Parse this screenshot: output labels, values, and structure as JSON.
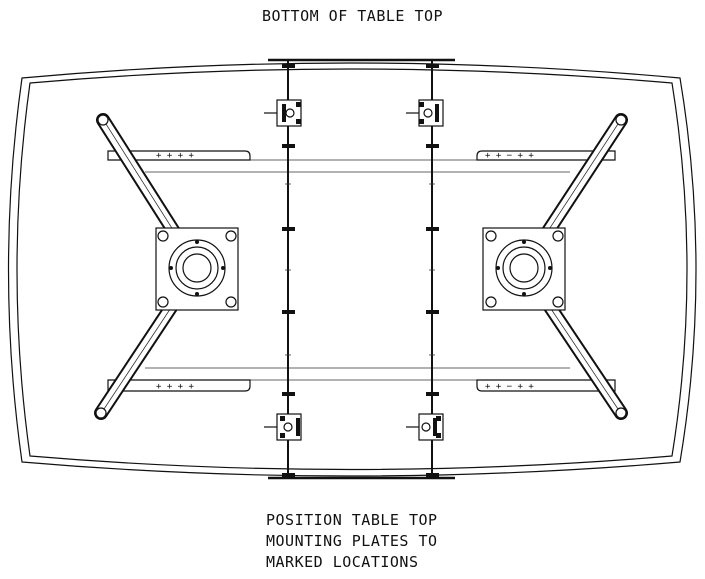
{
  "diagram": {
    "title": "BOTTOM OF TABLE TOP",
    "instruction_lines": [
      "POSITION TABLE TOP",
      "MOUNTING PLATES TO",
      "MARKED LOCATIONS"
    ]
  }
}
